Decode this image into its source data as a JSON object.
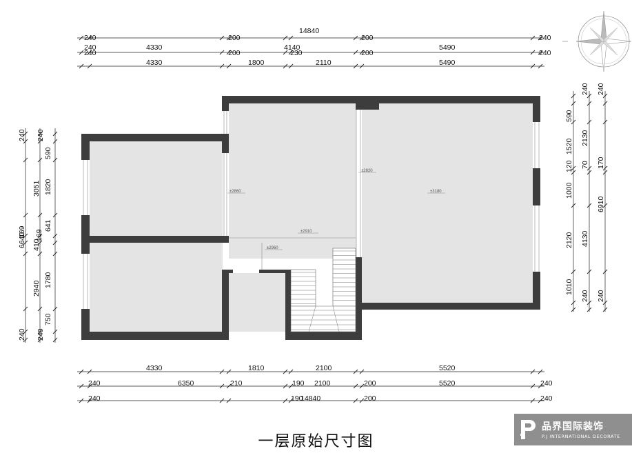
{
  "title": "一层原始尺寸图",
  "logo": {
    "name_cn": "品界国际装饰",
    "name_en": "P.J INTERNATIONAL DECORATE",
    "bg": "#8f8f8f"
  },
  "colors": {
    "wall": "#3d3d3d",
    "floor": "#e4e4e4"
  },
  "top_dims": {
    "row1": [
      "240",
      "14840",
      "200",
      "200",
      "240"
    ],
    "row2": [
      "240",
      "4330",
      "200",
      "4140",
      "230",
      "200",
      "5490",
      "240"
    ],
    "row3": [
      "240",
      "4330",
      "1800",
      "2110",
      "5490"
    ]
  },
  "bottom_dims": {
    "row1": [
      "4330",
      "1810",
      "2100",
      "5520"
    ],
    "row2": [
      "240",
      "6350",
      "210",
      "190",
      "2100",
      "200",
      "5520",
      "240"
    ],
    "row3": [
      "240",
      "190",
      "14840",
      "200",
      "240"
    ]
  },
  "left_dims": {
    "outer": [
      "6640",
      "3051",
      "2940",
      "240",
      "240"
    ],
    "mid": [
      "169",
      "410"
    ],
    "inner": [
      "240",
      "590",
      "1820",
      "641",
      "169",
      "1780",
      "750",
      "240"
    ]
  },
  "right_dims": {
    "left_col": [
      "590",
      "1520",
      "120",
      "1000",
      "2120",
      "1010"
    ],
    "mid_col": [
      "240",
      "2130",
      "70",
      "4130",
      "240"
    ],
    "right_col": [
      "240",
      "170",
      "6910",
      "240"
    ]
  },
  "heights": [
    "±2860",
    "±2820",
    "±3180",
    "±2910",
    "±2960"
  ],
  "icons": {
    "compass": "compass-rose-icon",
    "stairs": "staircase-icon",
    "logo": "pj-logo-icon"
  }
}
